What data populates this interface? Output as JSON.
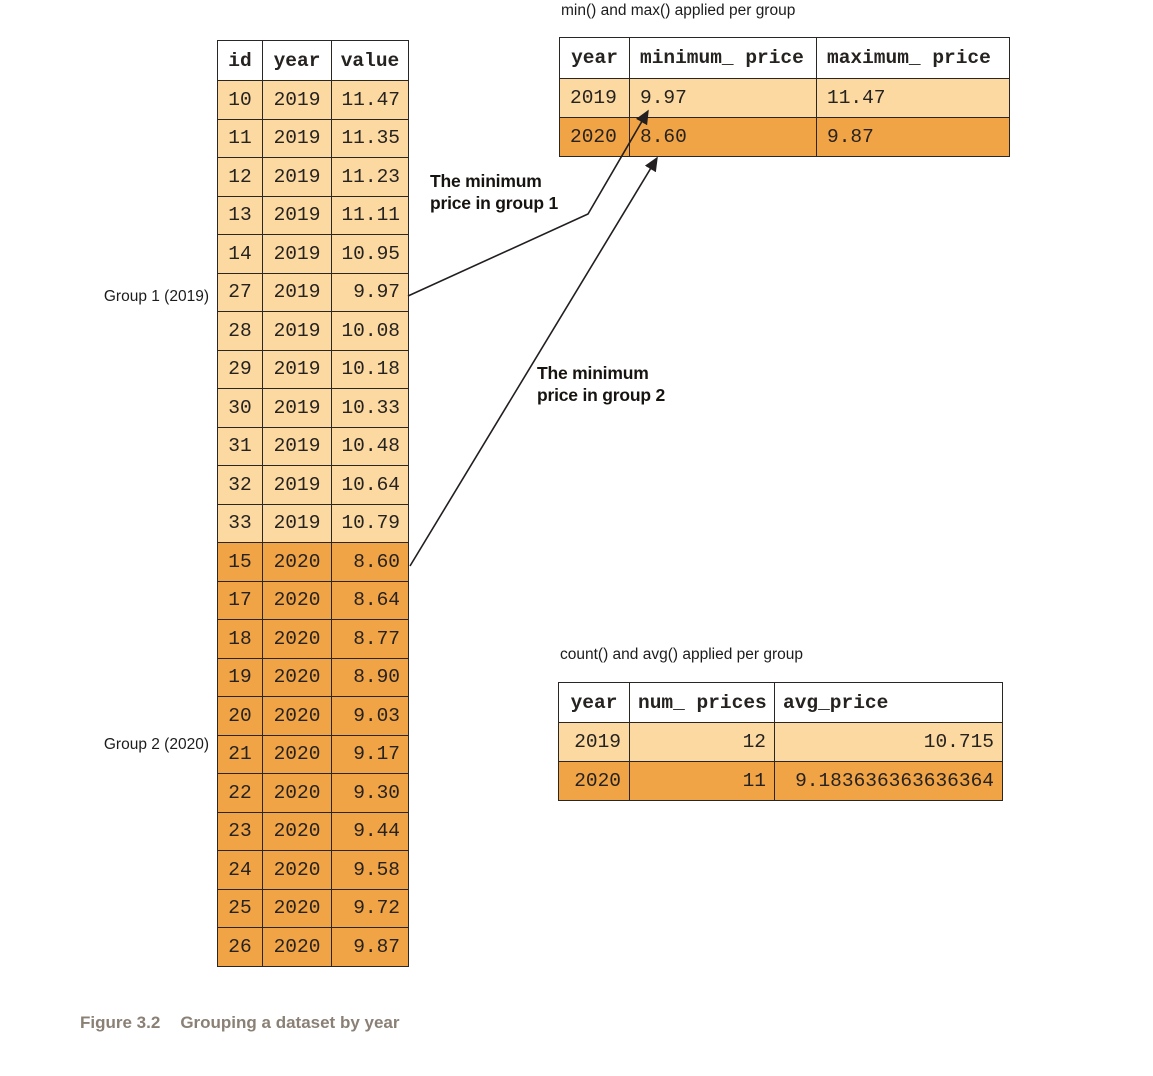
{
  "colors": {
    "group1_fill": "#FBD9A1",
    "group2_fill": "#F1A445",
    "table_border": "#2A2624",
    "arrow_color": "#231F20",
    "caption_color": "#8A8075"
  },
  "main_table": {
    "headers": [
      "id",
      "year",
      "value"
    ],
    "rows": [
      {
        "cells": [
          "10",
          "2019",
          "11.47"
        ],
        "group": 1
      },
      {
        "cells": [
          "11",
          "2019",
          "11.35"
        ],
        "group": 1
      },
      {
        "cells": [
          "12",
          "2019",
          "11.23"
        ],
        "group": 1
      },
      {
        "cells": [
          "13",
          "2019",
          "11.11"
        ],
        "group": 1
      },
      {
        "cells": [
          "14",
          "2019",
          "10.95"
        ],
        "group": 1
      },
      {
        "cells": [
          "27",
          "2019",
          "9.97"
        ],
        "group": 1
      },
      {
        "cells": [
          "28",
          "2019",
          "10.08"
        ],
        "group": 1
      },
      {
        "cells": [
          "29",
          "2019",
          "10.18"
        ],
        "group": 1
      },
      {
        "cells": [
          "30",
          "2019",
          "10.33"
        ],
        "group": 1
      },
      {
        "cells": [
          "31",
          "2019",
          "10.48"
        ],
        "group": 1
      },
      {
        "cells": [
          "32",
          "2019",
          "10.64"
        ],
        "group": 1
      },
      {
        "cells": [
          "33",
          "2019",
          "10.79"
        ],
        "group": 1
      },
      {
        "cells": [
          "15",
          "2020",
          "8.60"
        ],
        "group": 2
      },
      {
        "cells": [
          "17",
          "2020",
          "8.64"
        ],
        "group": 2
      },
      {
        "cells": [
          "18",
          "2020",
          "8.77"
        ],
        "group": 2
      },
      {
        "cells": [
          "19",
          "2020",
          "8.90"
        ],
        "group": 2
      },
      {
        "cells": [
          "20",
          "2020",
          "9.03"
        ],
        "group": 2
      },
      {
        "cells": [
          "21",
          "2020",
          "9.17"
        ],
        "group": 2
      },
      {
        "cells": [
          "22",
          "2020",
          "9.30"
        ],
        "group": 2
      },
      {
        "cells": [
          "23",
          "2020",
          "9.44"
        ],
        "group": 2
      },
      {
        "cells": [
          "24",
          "2020",
          "9.58"
        ],
        "group": 2
      },
      {
        "cells": [
          "25",
          "2020",
          "9.72"
        ],
        "group": 2
      },
      {
        "cells": [
          "26",
          "2020",
          "9.87"
        ],
        "group": 2
      }
    ]
  },
  "group_labels": [
    {
      "label": "Group 1 (2019)"
    },
    {
      "label": "Group 2 (2020)"
    }
  ],
  "min_max_table": {
    "title": "min() and max() applied per group",
    "headers": [
      "year",
      "minimum_ price",
      "maximum_ price"
    ],
    "rows": [
      {
        "cells": [
          "2019",
          "9.97",
          "11.47"
        ],
        "group": 1
      },
      {
        "cells": [
          "2020",
          "8.60",
          "9.87"
        ],
        "group": 2
      }
    ]
  },
  "count_avg_table": {
    "title": "count() and avg() applied per group",
    "headers": [
      "year",
      "num_ prices",
      "avg_price"
    ],
    "rows": [
      {
        "cells": [
          "2019",
          "12",
          "10.715"
        ],
        "group": 1
      },
      {
        "cells": [
          "2020",
          "11",
          "9.183636363636364"
        ],
        "group": 2
      }
    ]
  },
  "annotations": [
    {
      "line1": "The minimum",
      "line2": "price in group 1"
    },
    {
      "line1": "The minimum",
      "line2": "price in group 2"
    }
  ],
  "caption": {
    "label": "Figure 3.2",
    "text": "Grouping a dataset by year"
  }
}
